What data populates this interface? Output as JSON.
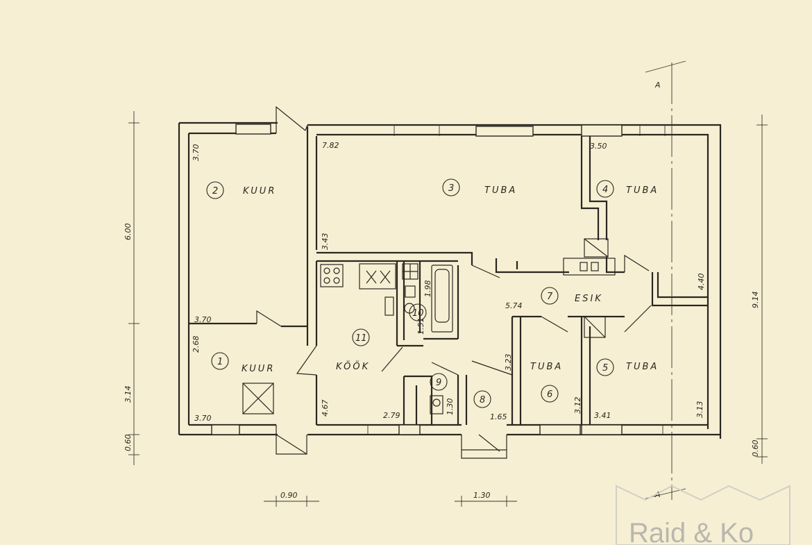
{
  "rooms": [
    {
      "num": "1",
      "name": "KUUR"
    },
    {
      "num": "2",
      "name": "KUUR"
    },
    {
      "num": "3",
      "name": "TUBA"
    },
    {
      "num": "4",
      "name": "TUBA"
    },
    {
      "num": "5",
      "name": "TUBA"
    },
    {
      "num": "6",
      "name": "TUBA"
    },
    {
      "num": "7",
      "name": "ESIK"
    },
    {
      "num": "8",
      "name": ""
    },
    {
      "num": "9",
      "name": ""
    },
    {
      "num": "10",
      "name": ""
    },
    {
      "num": "11",
      "name": "KÖÖK"
    }
  ],
  "dimensions": {
    "room2_top": "3.70",
    "room2_bottom": "3.70",
    "room1_side": "2.68",
    "room1_bottom": "3.70",
    "room3_corner": "7.82",
    "room3_side": "3.43",
    "room4_corner": "3.50",
    "room4_side": "4.40",
    "room7": "5.74",
    "room10_a": "1.98",
    "room10_b": "1.51",
    "room11_side": "4.67",
    "room11_bottom": "2.79",
    "room9_side": "1.30",
    "room8_bottom": "1.65",
    "room6_side": "3.23",
    "room6_right": "3.12",
    "room5_bottom": "3.41",
    "room5_side": "3.13",
    "left_upper": "6.00",
    "left_lower": "3.14",
    "left_bottom": "0.60",
    "right_total": "9.14",
    "right_bottom": "0.60",
    "bottom_left": "0.90",
    "bottom_mid": "1.30"
  },
  "section_marks": {
    "top": "A",
    "bottom": "A"
  },
  "watermark": "Raid & Ko"
}
